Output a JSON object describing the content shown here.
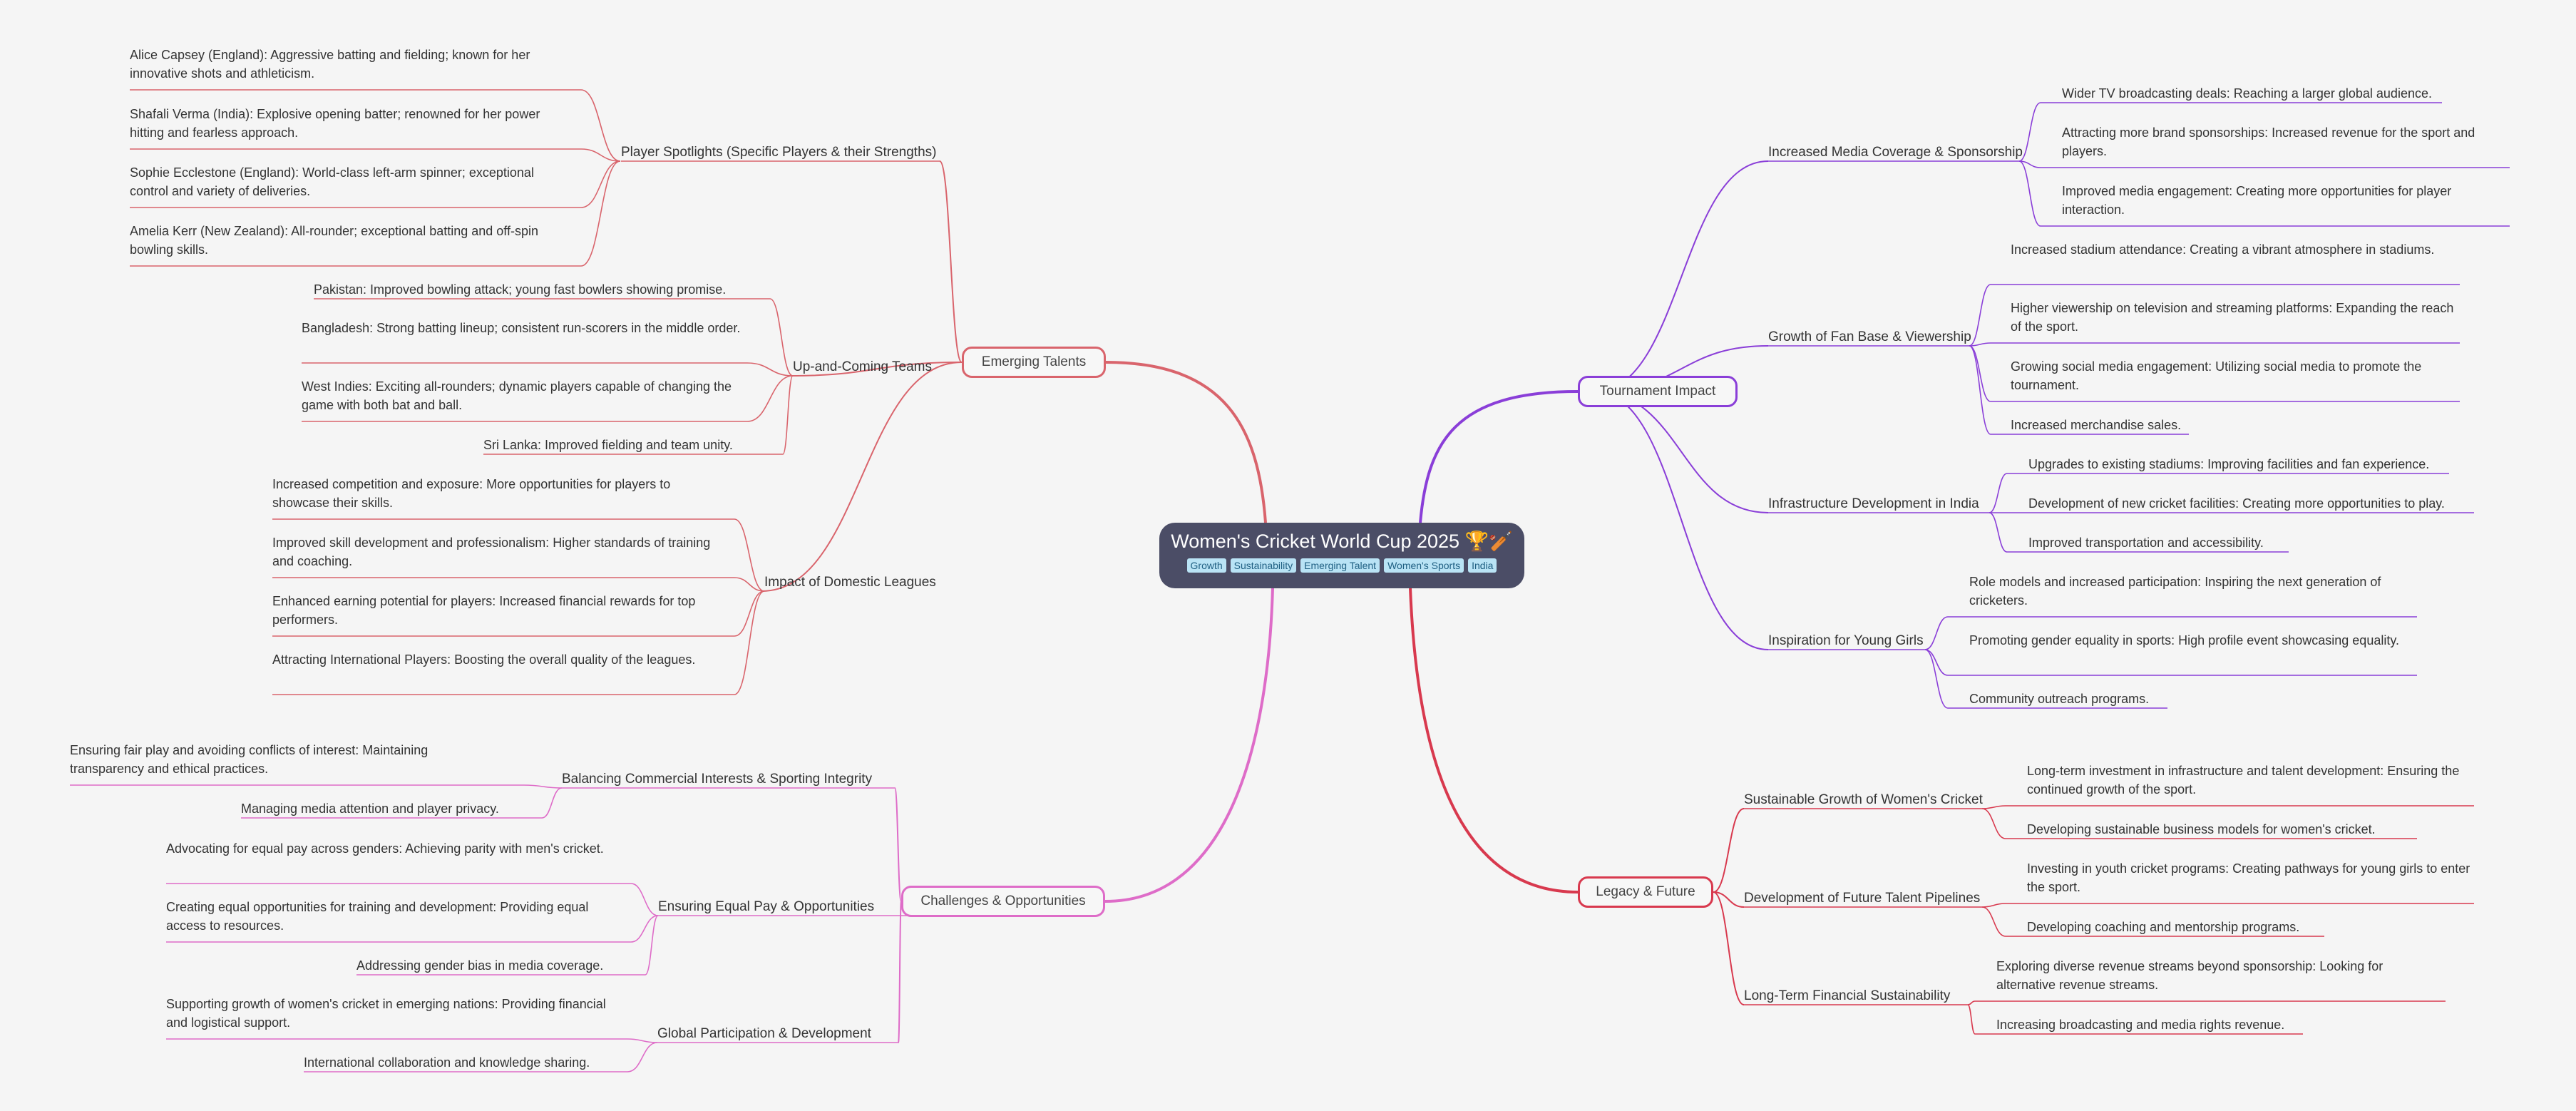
{
  "root": {
    "title": "Women's Cricket World Cup 2025 🏆🏏",
    "tags": [
      "Growth",
      "Sustainability",
      "Emerging Talent",
      "Women's Sports",
      "India"
    ]
  },
  "colors": {
    "emerging": "#d9646c",
    "tournament": "#8a3ed8",
    "challenges": "#de6cc8",
    "legacy": "#d8394e",
    "root_bg": "#4b4d66",
    "tag_bg": "#b9e3f5"
  },
  "branches": {
    "emerging": {
      "label": "Emerging Talents",
      "subs": [
        {
          "label": "Player Spotlights (Specific Players & their Strengths)",
          "leaves": [
            "Alice Capsey (England): Aggressive batting and fielding; known for her innovative shots and athleticism.",
            "Shafali Verma (India): Explosive opening batter; renowned for her power hitting and fearless approach.",
            "Sophie Ecclestone (England): World-class left-arm spinner; exceptional control and variety of deliveries.",
            "Amelia Kerr (New Zealand): All-rounder; exceptional batting and off-spin bowling skills."
          ]
        },
        {
          "label": "Up-and-Coming Teams",
          "leaves": [
            "Pakistan: Improved bowling attack; young fast bowlers showing promise.",
            "Bangladesh: Strong batting lineup;  consistent run-scorers in the middle order.",
            "West Indies: Exciting all-rounders; dynamic players capable of changing the game with both bat and ball.",
            "Sri Lanka: Improved fielding and team unity."
          ]
        },
        {
          "label": "Impact of Domestic Leagues",
          "leaves": [
            "Increased competition and exposure: More opportunities for players to showcase their skills.",
            "Improved skill development and professionalism: Higher standards of training and coaching.",
            "Enhanced earning potential for players: Increased financial rewards for top performers.",
            "Attracting International Players:  Boosting the overall quality of the leagues."
          ]
        }
      ]
    },
    "challenges": {
      "label": "Challenges & Opportunities",
      "subs": [
        {
          "label": "Balancing Commercial Interests & Sporting Integrity",
          "leaves": [
            "Ensuring fair play and avoiding conflicts of interest: Maintaining transparency and ethical practices.",
            "Managing media attention and player privacy."
          ]
        },
        {
          "label": "Ensuring Equal Pay & Opportunities",
          "leaves": [
            "Advocating for equal pay across genders: Achieving parity with men's cricket.",
            "Creating equal opportunities for training and development:  Providing equal access to resources.",
            "Addressing gender bias in media coverage."
          ]
        },
        {
          "label": "Global Participation & Development",
          "leaves": [
            "Supporting growth of women's cricket in emerging nations:  Providing financial and logistical support.",
            "International collaboration and knowledge sharing."
          ]
        }
      ]
    },
    "tournament": {
      "label": "Tournament Impact",
      "subs": [
        {
          "label": "Increased Media Coverage & Sponsorship",
          "leaves": [
            "Wider TV broadcasting deals: Reaching a larger global audience.",
            "Attracting more brand sponsorships:  Increased revenue for the sport and players.",
            "Improved media engagement:  Creating more opportunities for player interaction."
          ]
        },
        {
          "label": "Growth of Fan Base & Viewership",
          "leaves": [
            "Increased stadium attendance:  Creating a vibrant atmosphere in stadiums.",
            "Higher viewership on television and streaming platforms: Expanding the reach of the sport.",
            "Growing social media engagement:  Utilizing social media to promote the tournament.",
            "Increased merchandise sales."
          ]
        },
        {
          "label": "Infrastructure Development in India",
          "leaves": [
            "Upgrades to existing stadiums: Improving facilities and fan experience.",
            "Development of new cricket facilities: Creating more opportunities to play.",
            "Improved transportation and accessibility."
          ]
        },
        {
          "label": "Inspiration for Young Girls",
          "leaves": [
            "Role models and increased participation: Inspiring the next generation of cricketers.",
            "Promoting gender equality in sports:  High profile event showcasing equality.",
            "Community outreach programs."
          ]
        }
      ]
    },
    "legacy": {
      "label": "Legacy & Future",
      "subs": [
        {
          "label": "Sustainable Growth of Women's Cricket",
          "leaves": [
            "Long-term investment in infrastructure and talent development:  Ensuring the continued growth of the sport.",
            "Developing sustainable business models for women's cricket."
          ]
        },
        {
          "label": "Development of Future Talent Pipelines",
          "leaves": [
            "Investing in youth cricket programs:  Creating pathways for young girls to enter the sport.",
            "Developing coaching and mentorship programs."
          ]
        },
        {
          "label": "Long-Term Financial Sustainability",
          "leaves": [
            "Exploring diverse revenue streams beyond sponsorship:  Looking for alternative revenue streams.",
            "Increasing broadcasting and media rights revenue."
          ]
        }
      ]
    }
  }
}
